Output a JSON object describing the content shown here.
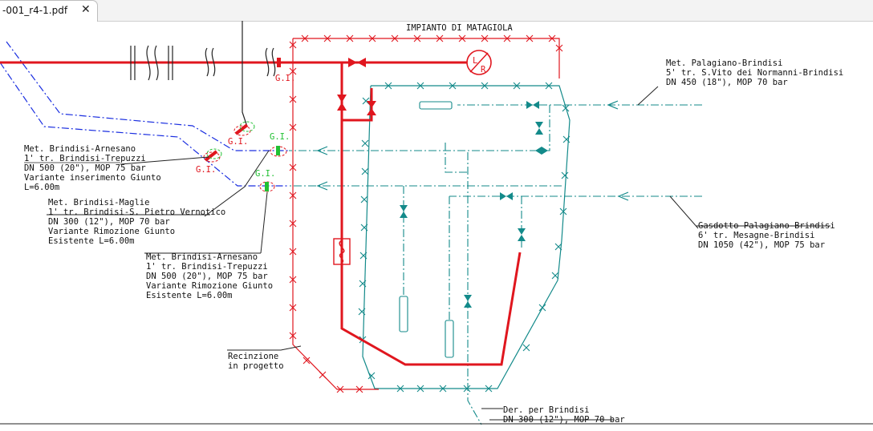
{
  "tab": {
    "title": "-001_r4-1.pdf",
    "close_glyph": "✕"
  },
  "title": "IMPIANTO DI MATAGIOLA",
  "lr_symbol": {
    "top": "L",
    "bottom": "R"
  },
  "gi_label": "G.I.",
  "labels": {
    "palagiano": [
      "Met. Palagiano-Brindisi",
      "5' tr. S.Vito dei Normanni-Brindisi",
      "DN 450 (18\"), MOP 70 bar"
    ],
    "arnesano_top": [
      "Met. Brindisi-Arnesano",
      "1' tr. Brindisi-Trepuzzi",
      "DN 500 (20\"), MOP 75 bar",
      "Variante inserimento Giunto",
      "L=6.00m"
    ],
    "maglie": [
      "Met. Brindisi-Maglie",
      "1' tr. Brindisi-S. Pietro Vernotico",
      "DN 300 (12\"), MOP 70 bar",
      "Variante Rimozione Giunto",
      "Esistente L=6.00m"
    ],
    "arnesano_bottom": [
      "Met. Brindisi-Arnesano",
      "1' tr. Brindisi-Trepuzzi",
      "DN 500 (20\"), MOP 75 bar",
      "Variante Rimozione Giunto",
      "Esistente L=6.00m"
    ],
    "gasdotto": [
      "Gasdotto Palagiano-Brindisi",
      "6' tr. Mesagne-Brindisi",
      "DN 1050 (42\"), MOP 75 bar"
    ],
    "recinzione": [
      "Recinzione",
      "in progetto"
    ],
    "derivazione": [
      "Der. per Brindisi",
      "DN 300 (12\"), MOP 70 bar"
    ]
  },
  "colors": {
    "red": "#e0161e",
    "teal": "#138a8a",
    "blue": "#1a2ee0",
    "green": "#22c033"
  }
}
